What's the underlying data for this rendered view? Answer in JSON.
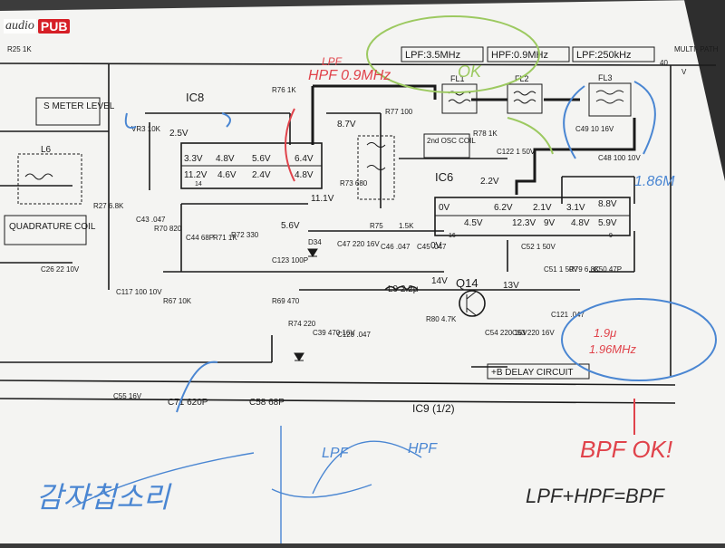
{
  "logo": {
    "part1": "audio",
    "part2": "PUB"
  },
  "filters": {
    "lpf_box": "LPF:3.5MHz",
    "hpf_box": "HPF:0.9MHz",
    "lpf2_box": "LPF:250kHz"
  },
  "header": {
    "r25": "R25 1K",
    "multipath": "MULTI-\nPATH",
    "pin40": "40",
    "pinv": "V"
  },
  "ic8": {
    "name": "IC8",
    "top_pins": [
      "3.3V",
      "4.8V",
      "5.6V",
      "6.4V"
    ],
    "bottom_pins": [
      "11.2V",
      "4.6V",
      "2.4V",
      "4.8V"
    ],
    "v25": "2.5V",
    "pin14": "14",
    "v56": "5.6V",
    "v87": "8.7V",
    "v11": "11.1V"
  },
  "ic6": {
    "name": "IC6",
    "row1": [
      "0V",
      "6.2V",
      "2.1V",
      "3.1V",
      "8.8V"
    ],
    "row2": [
      "4.5V",
      "12.3V",
      "9V",
      "4.8V",
      "5.9V"
    ],
    "v22": "2.2V",
    "v0": "0V",
    "pin16": "16",
    "pin9": "9"
  },
  "fl": [
    "FL1",
    "FL2",
    "FL3"
  ],
  "labels": {
    "smeter": "S METER\nLEVEL",
    "vr3": "VR3 10K",
    "l6": "L6",
    "quadrature": "QUADRATURE\nCOIL",
    "r27": "R27 6.8K",
    "c26": "C26\n22 10V",
    "r76": "R76 1K",
    "r77": "R77\n100",
    "r73": "R73 680",
    "osc": "2nd OSC\nCOIL",
    "r78": "R78 1K",
    "c122": "C122\n1 50V",
    "c49": "C49\n10 16V",
    "c48": "C48\n100 10V",
    "c43": "C43 .047",
    "r70": "R70 820",
    "c44": "C44\n68P",
    "r71": "R71\n1K",
    "r72": "R72 330",
    "c123": "C123 100P",
    "d34": "D34",
    "c47": "C47\n220 16V",
    "c46": "C46\n.047",
    "r75": "R75",
    "k15": "1.5K",
    "c45": "C45\n.047",
    "c52": "C52\n1 50V",
    "c51": "C51\n1 50V",
    "r79": "R79\n6.8K",
    "c50": "C50\n47P",
    "c117": "C117\n100 10V",
    "r67": "R67 10K",
    "r69": "R69 470",
    "r74": "R74 220",
    "c39": "C39 470 16V",
    "c120": "C120 .047",
    "l9": "L9 2.2μ",
    "v14": "14V",
    "q14": "Q14",
    "v13": "13V",
    "r80": "R80\n4.7K",
    "c54": "C54\n220 16V",
    "c53": "C53\n220 16V",
    "c121": "C121\n.047",
    "delay": "+B DELAY CIRCUIT",
    "c55": "C55\n16V",
    "c71": "C71 620P",
    "c58": "C58 68P",
    "ic9": "IC9 (1/2)"
  },
  "handwriting": {
    "red_top": "HPF 0.9MHz",
    "red_top2": "LPF",
    "green_ok": "OK",
    "blue_val": "1.86M",
    "red_note1": "1.9μ",
    "red_note2": "1.96MHz",
    "red_bpf": "BPF OK!",
    "blue_bottom": "감자칩소리",
    "lpf": "LPF",
    "hpf": "HPF",
    "formula": "LPF+HPF=BPF"
  },
  "colors": {
    "paper": "#f4f4f2",
    "ink": "#1a1a1a",
    "red": "#e0434b",
    "blue": "#4a86d2",
    "green": "#9cc960"
  }
}
